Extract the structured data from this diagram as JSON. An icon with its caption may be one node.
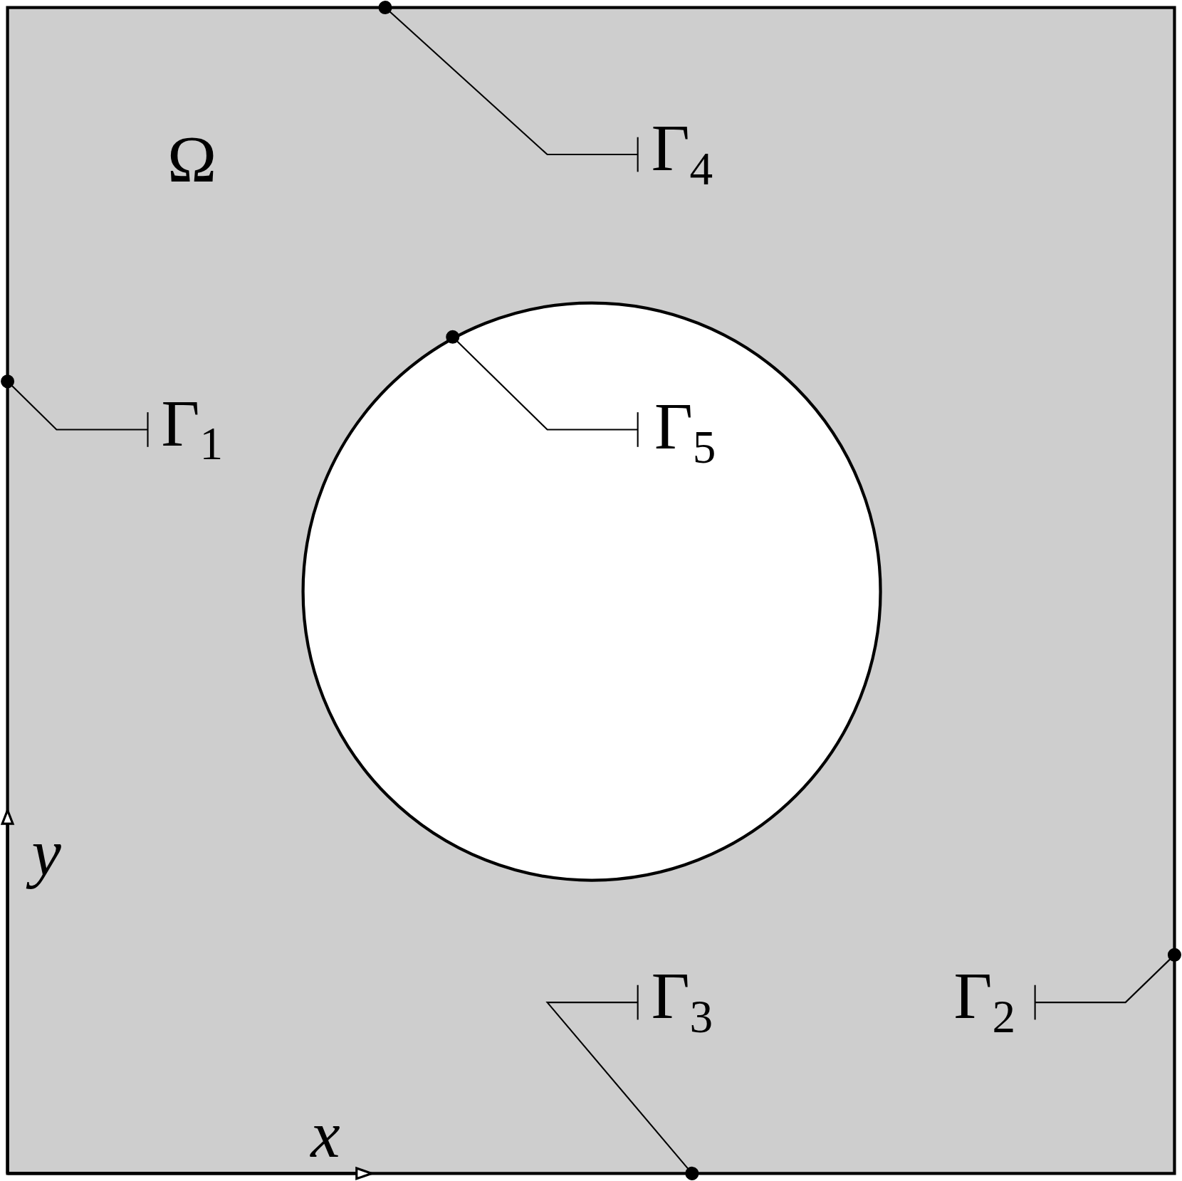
{
  "diagram": {
    "nodes": [
      {
        "text": [
          "Γ$_{4}$"
        ]
      },
      {
        "text": [],
        "shape": "circle"
      },
      {
        "text": [
          "Γ$_{1}$"
        ]
      },
      {
        "text": [
          "Γ$_{5}$"
        ],
        "in": 1
      },
      {
        "text": [
          "Γ$_{3}$"
        ]
      },
      {
        "text": [
          "Γ$_{2}$"
        ]
      }
    ],
    "edges": [
      {
        "from": 0,
        "to": null,
        "arrow": "other"
      },
      {
        "from": 2,
        "to": null,
        "arrow": "other"
      },
      {
        "from": 3,
        "to": 1,
        "arrow": "other"
      },
      {
        "from": 4,
        "to": null,
        "arrow": "other"
      },
      {
        "from": 5,
        "to": null,
        "arrow": "other"
      }
    ],
    "labels": [
      "Ω",
      "y",
      "x"
    ]
  }
}
